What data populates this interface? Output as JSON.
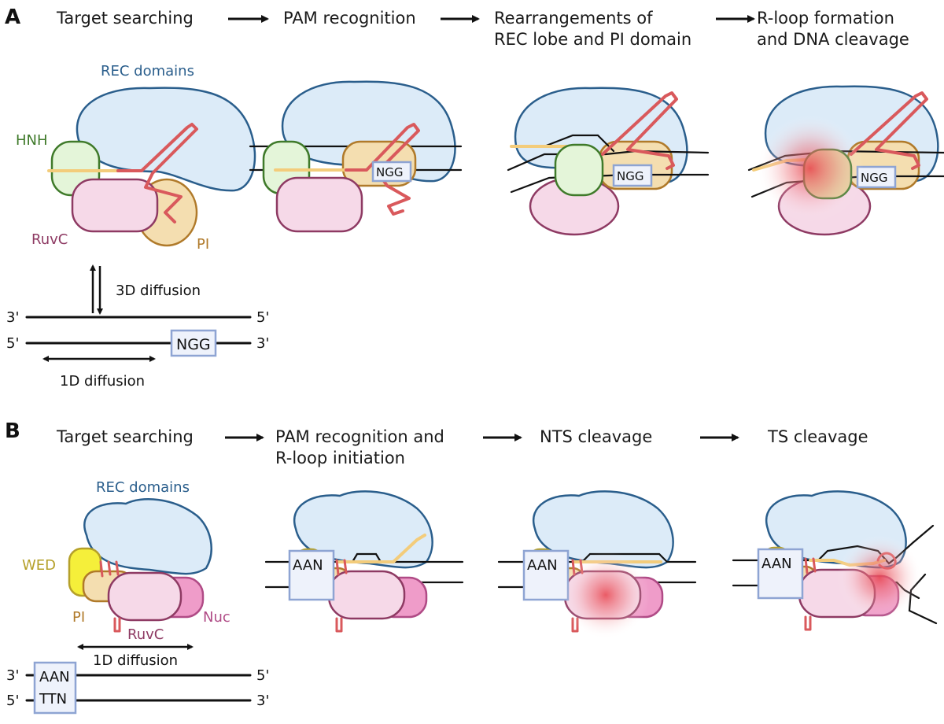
{
  "panels": {
    "A": {
      "letter": "A",
      "steps": [
        "Target searching",
        "PAM recognition",
        "Rearrangements of",
        "REC lobe and PI domain",
        "R-loop formation",
        "and DNA cleavage"
      ],
      "labels": {
        "rec": "REC domains",
        "hnh": "HNH",
        "ruvc": "RuvC",
        "pi": "PI",
        "diffusion3d": "3D diffusion",
        "diffusion1d": "1D diffusion",
        "pam": "NGG",
        "top_left": "3'",
        "top_right": "5'",
        "bottom_left": "5'",
        "bottom_right": "3'"
      }
    },
    "B": {
      "letter": "B",
      "steps": [
        "Target searching",
        "PAM recognition and",
        "R-loop initiation",
        "NTS cleavage",
        "TS cleavage"
      ],
      "labels": {
        "rec": "REC domains",
        "wed": "WED",
        "pi": "PI",
        "ruvc": "RuvC",
        "nuc": "Nuc",
        "diffusion1d": "1D diffusion",
        "pam_top": "AAN",
        "pam_bottom": "TTN",
        "pam_cut": "AAN",
        "top_left": "3'",
        "top_right": "5'",
        "bottom_left": "5'",
        "bottom_right": "3'"
      }
    }
  },
  "colors": {
    "rec": "#dcebf8",
    "rec_label": "#2a5e8c",
    "hnh_label": "#3f7a2a",
    "ruvc_label": "#8e3a63",
    "pi_label": "#b07a2a",
    "wed_label": "#b5a02a",
    "nuc_label": "#b04b86",
    "sgRNA": "#d9595c",
    "guide": "#f3cc7b",
    "pam_box": "#8ea4d3",
    "cleavage_glow": "#e8454f"
  }
}
